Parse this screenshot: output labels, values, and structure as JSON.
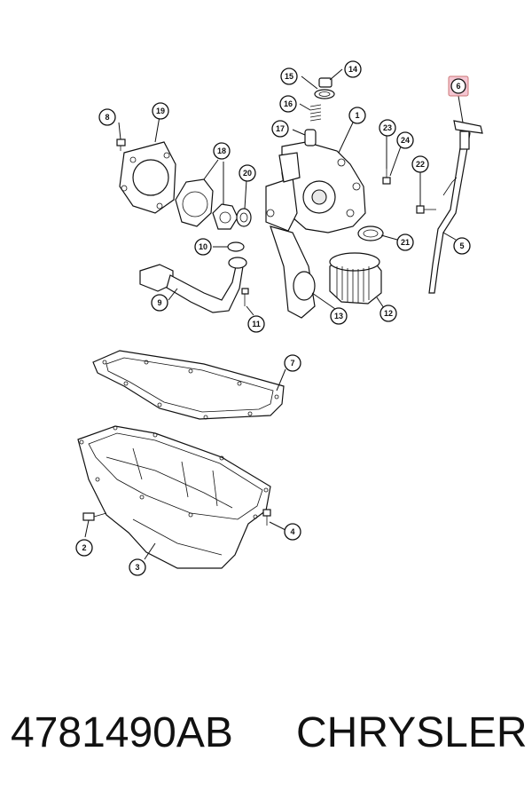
{
  "diagram": {
    "callouts": [
      "1",
      "2",
      "3",
      "4",
      "5",
      "6",
      "7",
      "8",
      "8",
      "9",
      "10",
      "11",
      "12",
      "13",
      "14",
      "15",
      "16",
      "17",
      "18",
      "19",
      "20",
      "21",
      "22",
      "23",
      "24"
    ],
    "highlighted_callout": "6",
    "highlight_color": "#f4c6d2"
  },
  "footer": {
    "part_number": "4781490AB",
    "brand": "CHRYSLER"
  }
}
